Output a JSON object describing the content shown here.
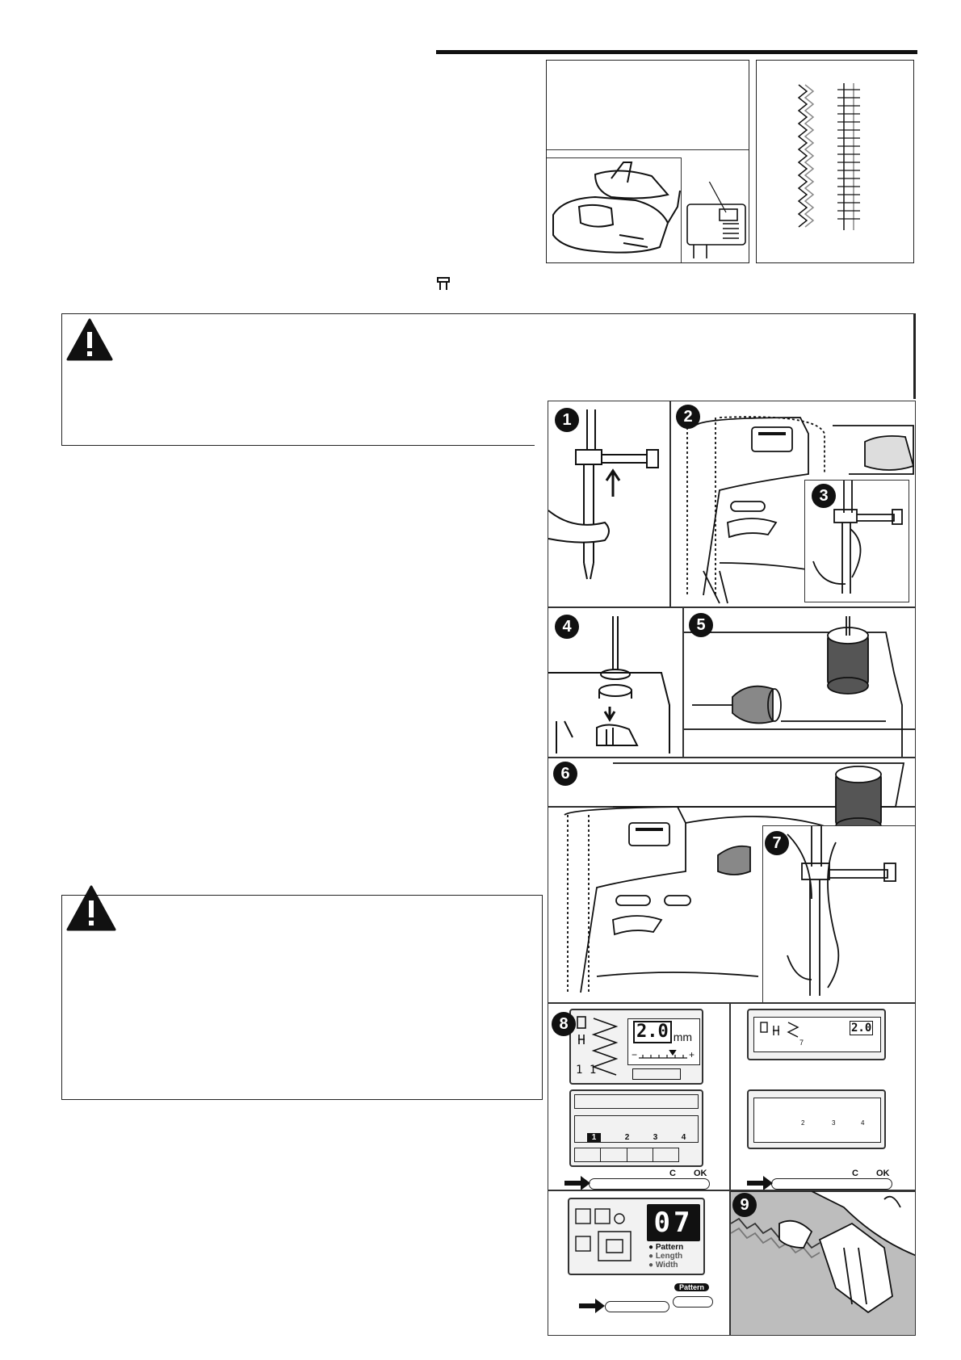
{
  "lcd": {
    "width_value": "2.0",
    "width_unit": "mm",
    "width_value_small": "2.0",
    "pattern_number": "7",
    "stitch_numbers": [
      "1",
      "2",
      "3",
      "4"
    ],
    "minus": "−",
    "plus": "+",
    "led_digits": "07",
    "led_options": [
      "Pattern",
      "Length",
      "Width"
    ],
    "mode_digits": "1 1",
    "sup_numbers": [
      "2",
      "3",
      "4"
    ]
  },
  "buttons": {
    "c": "C",
    "ok": "OK",
    "pattern": "Pattern"
  },
  "steps": [
    "1",
    "2",
    "3",
    "4",
    "5",
    "6",
    "7",
    "8",
    "9"
  ],
  "icons": {
    "warning_top": "warning-triangle-icon",
    "warning_bottom": "warning-triangle-icon",
    "twin_needle": "twin-needle-icon"
  },
  "colors": {
    "ink": "#111111",
    "shade": "#bdbdbd"
  }
}
